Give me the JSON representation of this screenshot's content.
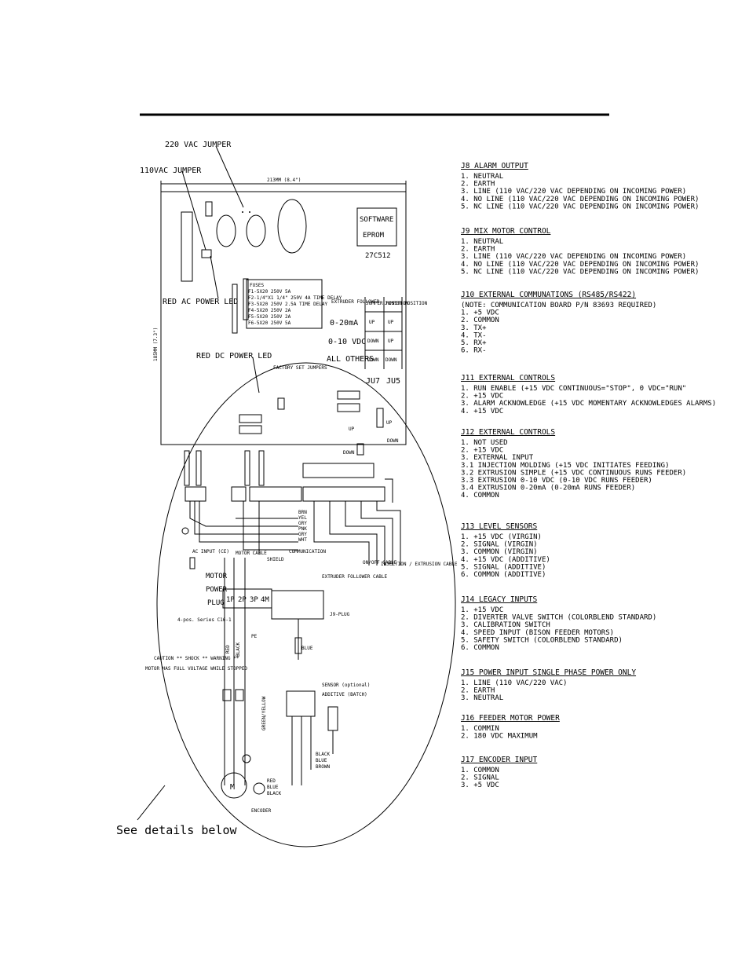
{
  "labels": {
    "jumper_220": "220 VAC JUMPER",
    "jumper_110": "110VAC JUMPER",
    "dim_width": "213MM (8.4\")",
    "dim_height": "185MM (7.3\")",
    "software": "SOFTWARE",
    "eprom": "EPROM",
    "chip": "27C512",
    "red_ac_led": "RED AC POWER LED",
    "red_dc_led": "RED DC POWER LED",
    "factory_jumpers": "FACTORY SET JUMPERS",
    "fuses_title": "FUSES",
    "fuses": [
      "F1-5X20 250V 5A",
      "F2-1/4\"X1 1/4\" 250V 4A TIME DELAY",
      "F3-5X20 250V 2.5A TIME DELAY",
      "F4-5X20 250V 2A",
      "F5-5X20 250V 2A",
      "F6-5X20 250V 5A"
    ],
    "table_head_extr": "EXTRUDER FOLLOWER",
    "table_head_j7": "JUMPER POSITION",
    "table_head_j5": "JUMPER POSITION",
    "table_rows": [
      {
        "mode": "0-20mA",
        "j7": "UP",
        "j5": "UP"
      },
      {
        "mode": "0-10 VDC",
        "j7": "DOWN",
        "j5": "UP"
      },
      {
        "mode": "ALL OTHERS",
        "j7": "DOWN",
        "j5": "DOWN"
      }
    ],
    "j07": "JU7",
    "j15": "JU5",
    "up1": "UP",
    "up2": "UP",
    "down1": "DOWN",
    "down2": "DOWN",
    "ac_input": "AC INPUT (CE)",
    "motor_cable": "MOTOR CABLE",
    "shield": "SHIELD",
    "communication": "COMMUNICATION",
    "motor_power_plug": [
      "MOTOR",
      "POWER",
      "PLUG"
    ],
    "pins": [
      "1P",
      "2P",
      "3P",
      "4M"
    ],
    "series": "4-pos. Series C16-1",
    "caution": "CAUTION ** SHOCK ** WARNING **",
    "caution2": "MOTOR HAS FULL VOLTAGE WHILE STOPPED",
    "j9_plug": "J9-PLUG",
    "blue": "BLUE",
    "wire_red": "RED",
    "wire_black": "BLACK",
    "wire_gy": "GREEN/YELLOW",
    "wire_pe": "PE",
    "sensor": "SENSOR (optional)",
    "additive": "ADDITIVE (BATCH)",
    "sensor_wires": [
      "BLACK",
      "BLUE",
      "BROWN"
    ],
    "encoder_wires": [
      "RED",
      "BLUE",
      "BLACK"
    ],
    "encoder": "ENCODER",
    "motor": "M",
    "see_details": "See details below",
    "extruder_follower": "EXTRUDER FOLLOWER CABLE",
    "on_off_cable": "ON/OFF CABLE",
    "injection": "INJECTION / EXTRUSION CABLE",
    "wire_colors": [
      "BRN",
      "YEL",
      "GRY",
      "PNK",
      "GRY",
      "WHT"
    ]
  },
  "pinout": [
    {
      "title": "J8 ALARM OUTPUT",
      "items": [
        "1. NEUTRAL",
        "2. EARTH",
        "3. LINE (110 VAC/220 VAC DEPENDING ON INCOMING POWER)",
        "4. NO LINE (110 VAC/220 VAC DEPENDING ON INCOMING POWER)",
        "5. NC LINE (110 VAC/220 VAC DEPENDING ON INCOMING POWER)"
      ]
    },
    {
      "title": "J9 MIX MOTOR CONTROL",
      "items": [
        "1. NEUTRAL",
        "2. EARTH",
        "3. LINE (110 VAC/220 VAC DEPENDING ON INCOMING POWER)",
        "4. NO LINE (110 VAC/220 VAC DEPENDING ON INCOMING POWER)",
        "5. NC LINE (110 VAC/220 VAC DEPENDING ON INCOMING POWER)"
      ]
    },
    {
      "title": "J10 EXTERNAL COMMUNATIONS (RS485/RS422)",
      "items": [
        "(NOTE: COMMUNICATION BOARD P/N 83693 REQUIRED)",
        "1. +5 VDC",
        "2. COMMON",
        "3. TX+",
        "4. TX-",
        "5. RX+",
        "6. RX-"
      ]
    },
    {
      "title": "J11 EXTERNAL CONTROLS",
      "items": [
        "1. RUN ENABLE (+15 VDC CONTINUOUS=\"STOP\", 0 VDC=\"RUN\"",
        "2. +15 VDC",
        "3. ALARM ACKNOWLEDGE (+15 VDC MOMENTARY ACKNOWLEDGES ALARMS)",
        "4. +15 VDC"
      ]
    },
    {
      "title": "J12 EXTERNAL CONTROLS",
      "items": [
        "1. NOT USED",
        "2. +15 VDC",
        "3. EXTERNAL INPUT",
        "    3.1 INJECTION MOLDING (+15 VDC INITIATES FEEDING)",
        "    3.2 EXTRUSION SIMPLE (+15 VDC CONTINUOUS RUNS FEEDER)",
        "    3.3 EXTRUSION 0-10 VDC (0-10 VDC RUNS FEEDER)",
        "    3.4 EXTRUSION 0-20mA (0-20mA RUNS FEEDER)",
        "4. COMMON"
      ]
    },
    {
      "title": "J13 LEVEL SENSORS",
      "items": [
        "1. +15 VDC (VIRGIN)",
        "2. SIGNAL (VIRGIN)",
        "3. COMMON (VIRGIN)",
        "4. +15 VDC (ADDITIVE)",
        "5. SIGNAL (ADDITIVE)",
        "6. COMMON (ADDITIVE)"
      ]
    },
    {
      "title": "J14 LEGACY INPUTS",
      "items": [
        "1. +15 VDC",
        "2. DIVERTER VALVE SWITCH (COLORBLEND STANDARD)",
        "3. CALIBRATION SWITCH",
        "4. SPEED INPUT (BISON FEEDER MOTORS)",
        "5. SAFETY SWITCH (COLORBLEND STANDARD)",
        "6. COMMON"
      ]
    },
    {
      "title": "J15 POWER INPUT SINGLE PHASE POWER ONLY",
      "items": [
        "1. LINE (110 VAC/220 VAC)",
        "2. EARTH",
        "3. NEUTRAL"
      ]
    },
    {
      "title": "J16 FEEDER MOTOR POWER",
      "items": [
        "1. COMMIN",
        "2. 180 VDC MAXIMUM"
      ]
    },
    {
      "title": "J17 ENCODER INPUT",
      "items": [
        "1. COMMON",
        "2. SIGNAL",
        "3. +5 VDC"
      ]
    }
  ]
}
